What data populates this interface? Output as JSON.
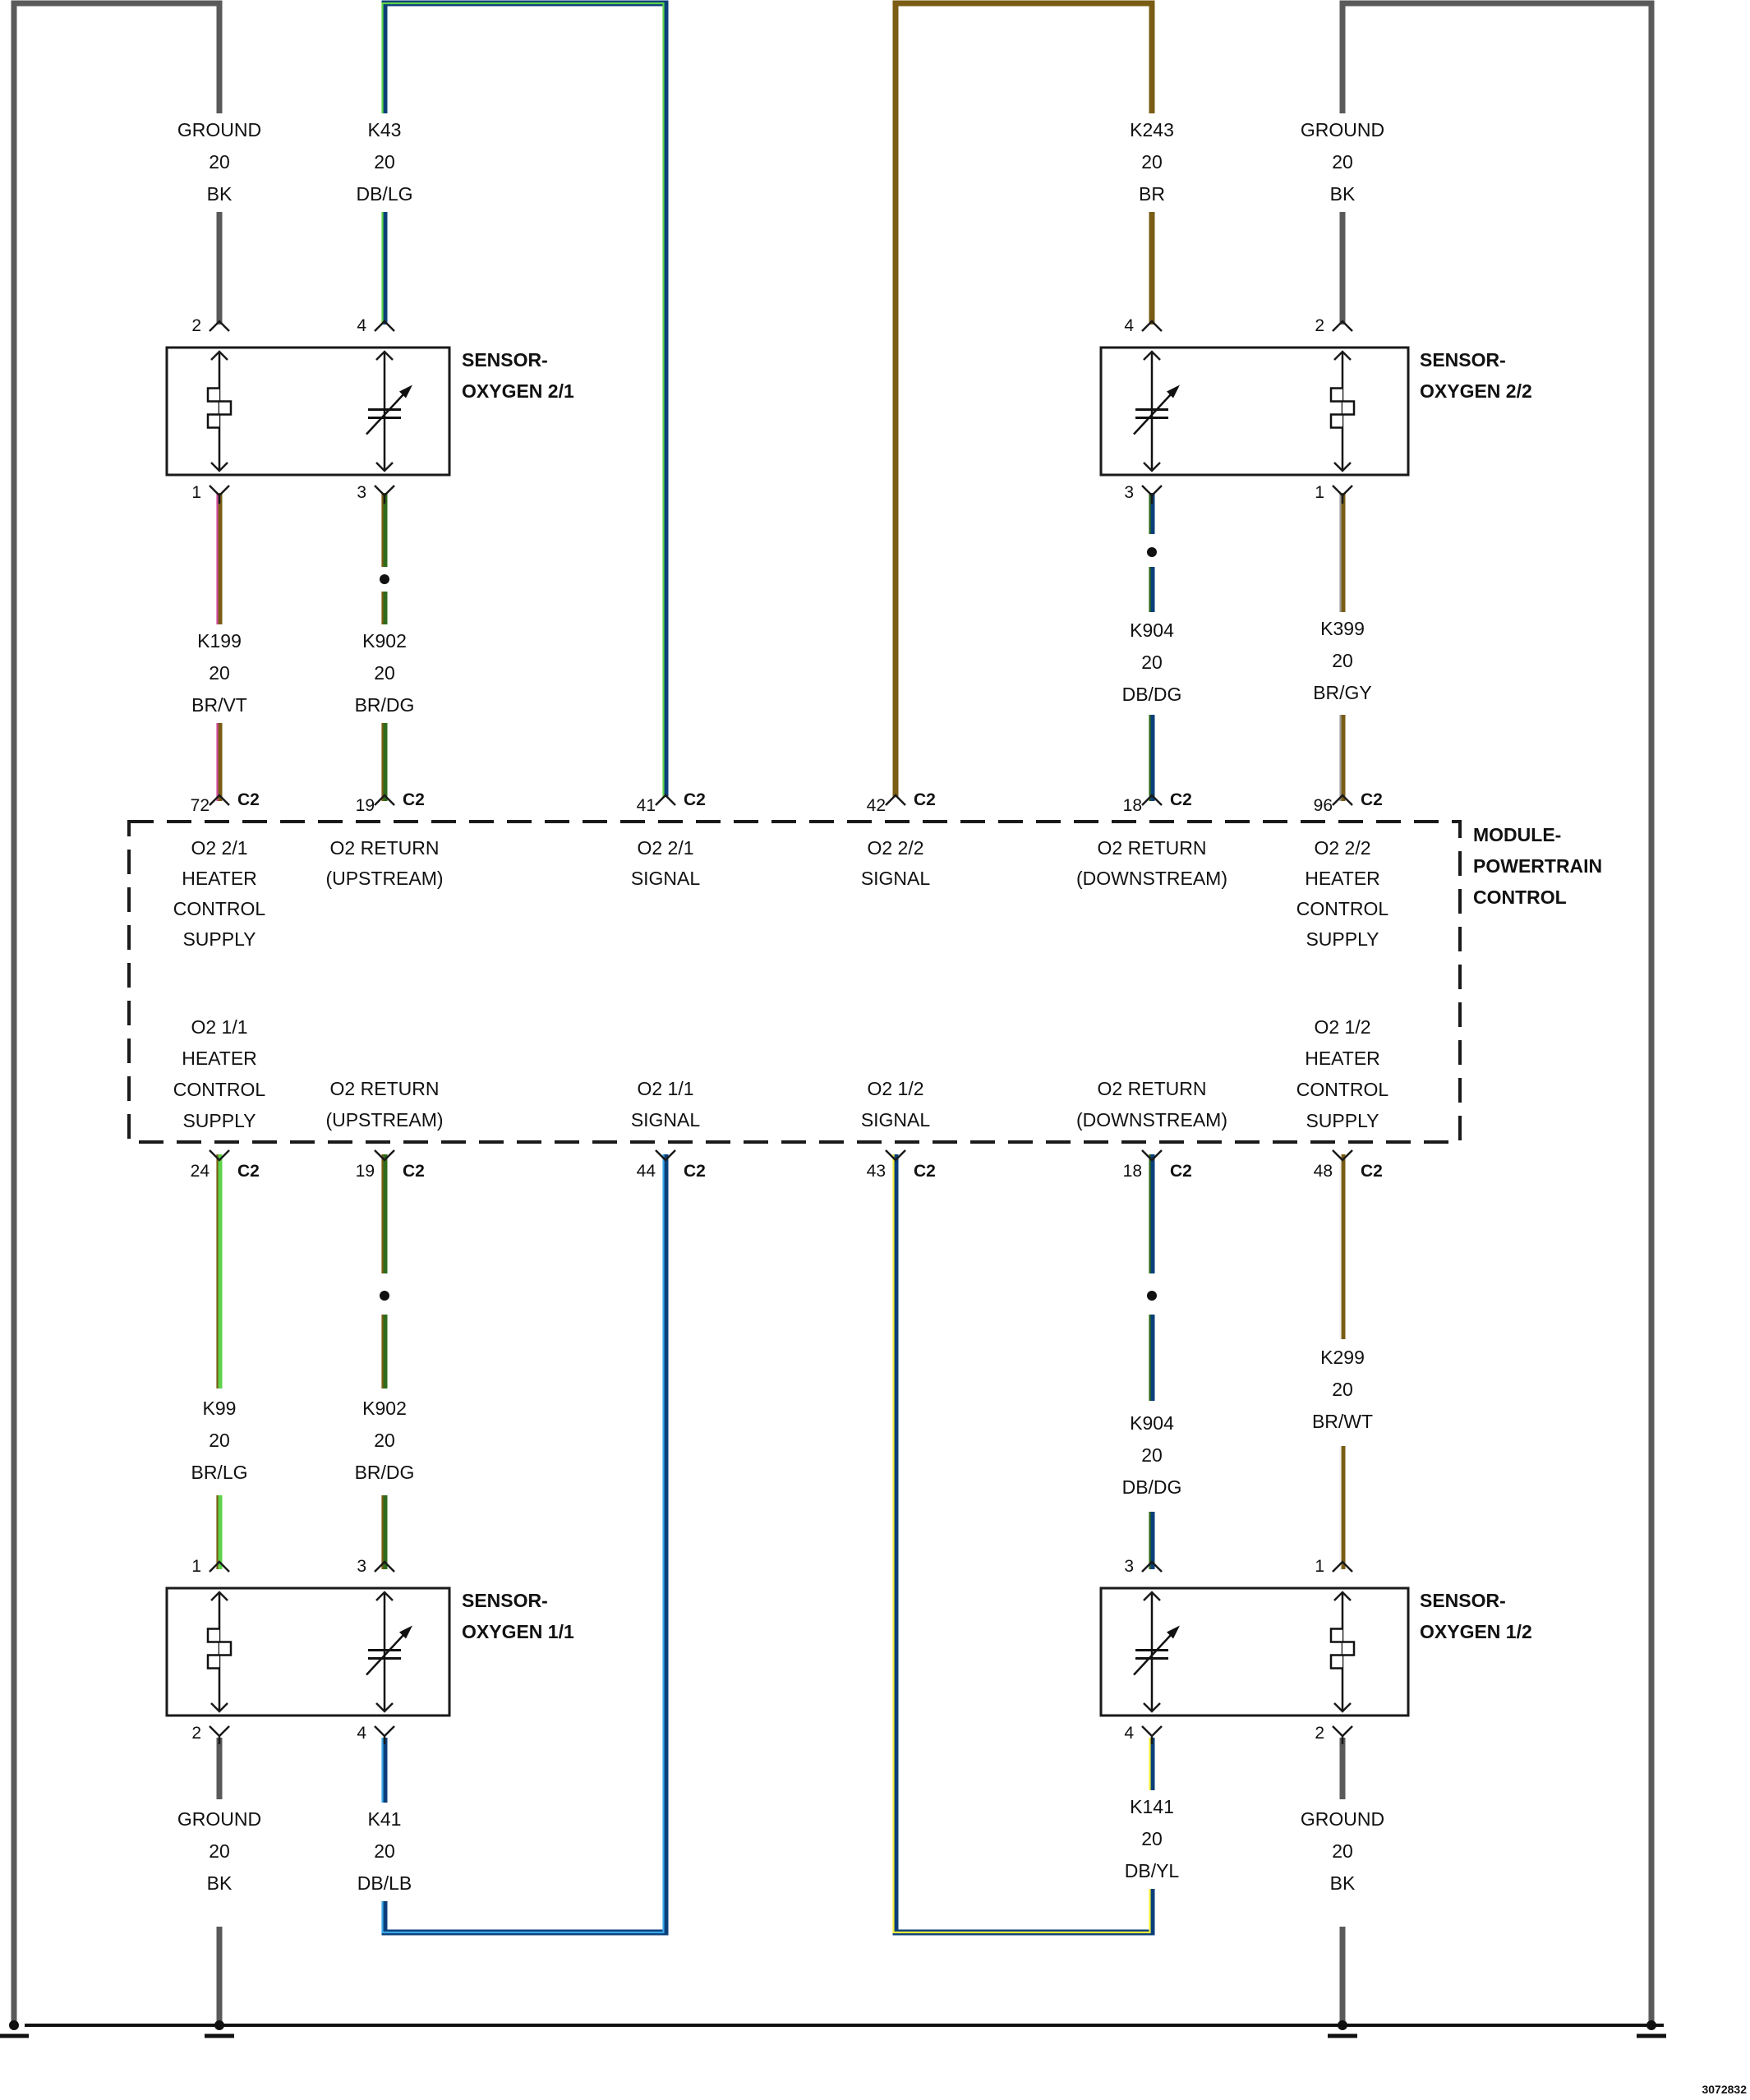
{
  "module": {
    "title_lines": [
      "MODULE-",
      "POWERTRAIN",
      "CONTROL"
    ],
    "top_pins": [
      {
        "pin": "72",
        "conn": "C2",
        "func": [
          "O2 2/1",
          "HEATER",
          "CONTROL",
          "SUPPLY"
        ]
      },
      {
        "pin": "19",
        "conn": "C2",
        "func": [
          "O2 RETURN",
          "(UPSTREAM)"
        ]
      },
      {
        "pin": "41",
        "conn": "C2",
        "func": [
          "O2 2/1",
          "SIGNAL"
        ]
      },
      {
        "pin": "42",
        "conn": "C2",
        "func": [
          "O2 2/2",
          "SIGNAL"
        ]
      },
      {
        "pin": "18",
        "conn": "C2",
        "func": [
          "O2 RETURN",
          "(DOWNSTREAM)"
        ]
      },
      {
        "pin": "96",
        "conn": "C2",
        "func": [
          "O2 2/2",
          "HEATER",
          "CONTROL",
          "SUPPLY"
        ]
      }
    ],
    "bottom_pins": [
      {
        "pin": "24",
        "conn": "C2",
        "func": [
          "O2 1/1",
          "HEATER",
          "CONTROL",
          "SUPPLY"
        ]
      },
      {
        "pin": "19",
        "conn": "C2",
        "func": [
          "O2 RETURN",
          "(UPSTREAM)"
        ]
      },
      {
        "pin": "44",
        "conn": "C2",
        "func": [
          "O2 1/1",
          "SIGNAL"
        ]
      },
      {
        "pin": "43",
        "conn": "C2",
        "func": [
          "O2 1/2",
          "SIGNAL"
        ]
      },
      {
        "pin": "18",
        "conn": "C2",
        "func": [
          "O2 RETURN",
          "(DOWNSTREAM)"
        ]
      },
      {
        "pin": "48",
        "conn": "C2",
        "func": [
          "O2 1/2",
          "HEATER",
          "CONTROL",
          "SUPPLY"
        ]
      }
    ]
  },
  "sensors": [
    {
      "id": "s21",
      "title_lines": [
        "SENSOR-",
        "OXYGEN 2/1"
      ],
      "pins": {
        "heater_top": "2",
        "signal_top": "4",
        "heater_bottom": "1",
        "signal_bottom": "3"
      }
    },
    {
      "id": "s22",
      "title_lines": [
        "SENSOR-",
        "OXYGEN 2/2"
      ],
      "pins": {
        "signal_top": "4",
        "heater_top": "2",
        "signal_bottom": "3",
        "heater_bottom": "1"
      }
    },
    {
      "id": "s11",
      "title_lines": [
        "SENSOR-",
        "OXYGEN 1/1"
      ],
      "pins": {
        "heater_top": "1",
        "signal_top": "3",
        "heater_bottom": "2",
        "signal_bottom": "4"
      }
    },
    {
      "id": "s12",
      "title_lines": [
        "SENSOR-",
        "OXYGEN 1/2"
      ],
      "pins": {
        "signal_top": "3",
        "heater_top": "1",
        "signal_bottom": "4",
        "heater_bottom": "2"
      }
    }
  ],
  "wire_labels": [
    {
      "id": "gnd-21",
      "lines": [
        "GROUND",
        "20",
        "BK"
      ]
    },
    {
      "id": "k43",
      "lines": [
        "K43",
        "20",
        "DB/LG"
      ]
    },
    {
      "id": "k243",
      "lines": [
        "K243",
        "20",
        "BR"
      ]
    },
    {
      "id": "gnd-22",
      "lines": [
        "GROUND",
        "20",
        "BK"
      ]
    },
    {
      "id": "k199",
      "lines": [
        "K199",
        "20",
        "BR/VT"
      ]
    },
    {
      "id": "k902-up",
      "lines": [
        "K902",
        "20",
        "BR/DG"
      ]
    },
    {
      "id": "k904-up",
      "lines": [
        "K904",
        "20",
        "DB/DG"
      ]
    },
    {
      "id": "k399",
      "lines": [
        "K399",
        "20",
        "BR/GY"
      ]
    },
    {
      "id": "k99",
      "lines": [
        "K99",
        "20",
        "BR/LG"
      ]
    },
    {
      "id": "k902-low",
      "lines": [
        "K902",
        "20",
        "BR/DG"
      ]
    },
    {
      "id": "k904-low",
      "lines": [
        "K904",
        "20",
        "DB/DG"
      ]
    },
    {
      "id": "k299",
      "lines": [
        "K299",
        "20",
        "BR/WT"
      ]
    },
    {
      "id": "gnd-11",
      "lines": [
        "GROUND",
        "20",
        "BK"
      ]
    },
    {
      "id": "k41",
      "lines": [
        "K41",
        "20",
        "DB/LB"
      ]
    },
    {
      "id": "k141",
      "lines": [
        "K141",
        "20",
        "DB/YL"
      ]
    },
    {
      "id": "gnd-12",
      "lines": [
        "GROUND",
        "20",
        "BK"
      ]
    }
  ],
  "wire_colors": {
    "BK": "#5a5a5a",
    "BR": "#7a5c14",
    "DB": "#0b3f7a",
    "LG": "#5fd34a",
    "DG": "#2e6b1a",
    "VT": "#d04a9c",
    "LB": "#3aa7e6",
    "YL": "#f2ee3a",
    "GY": "#9a9a9a",
    "WT": "#f2f2f2"
  },
  "diagram_id": "3072832"
}
